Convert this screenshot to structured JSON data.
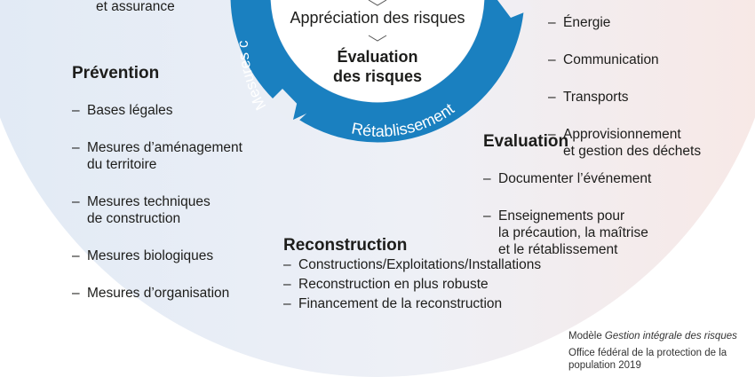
{
  "colors": {
    "ring": "#1a80c0",
    "bg_left": "#e3ebf5",
    "bg_right": "#f7e8e6"
  },
  "top_left": {
    "text": "et assurance"
  },
  "prevention": {
    "title": "Prévention",
    "items": [
      "Bases légales",
      "Mesures d’aménagement\ndu territoire",
      "Mesures techniques\nde construction",
      "Mesures biologiques",
      "Mesures d’organisation"
    ]
  },
  "top_right": {
    "items": [
      "Énergie",
      "Communication",
      "Transports",
      "Approvisionnement\net gestion des déchets"
    ]
  },
  "evaluation": {
    "title": "Evaluation",
    "items": [
      "Documenter l’événement",
      "Enseignements pour\nla précaution, la maîtrise\net le rétablissement"
    ]
  },
  "reconstruction": {
    "title": "Reconstruction",
    "items": [
      "Constructions/Exploitations/Installations",
      "Reconstruction en plus robuste",
      "Financement de la reconstruction"
    ]
  },
  "ring": {
    "left_label": "Mesures c",
    "bottom_label": "Rétablissement"
  },
  "center": {
    "step1": "Appréciation des risques",
    "step2_line1": "Évaluation",
    "step2_line2": "des risques"
  },
  "credit": {
    "line1_plain": "Modèle ",
    "line1_italic": "Gestion intégrale des risques",
    "line2": "Office fédéral de la protection de la",
    "line3": "population 2019"
  }
}
